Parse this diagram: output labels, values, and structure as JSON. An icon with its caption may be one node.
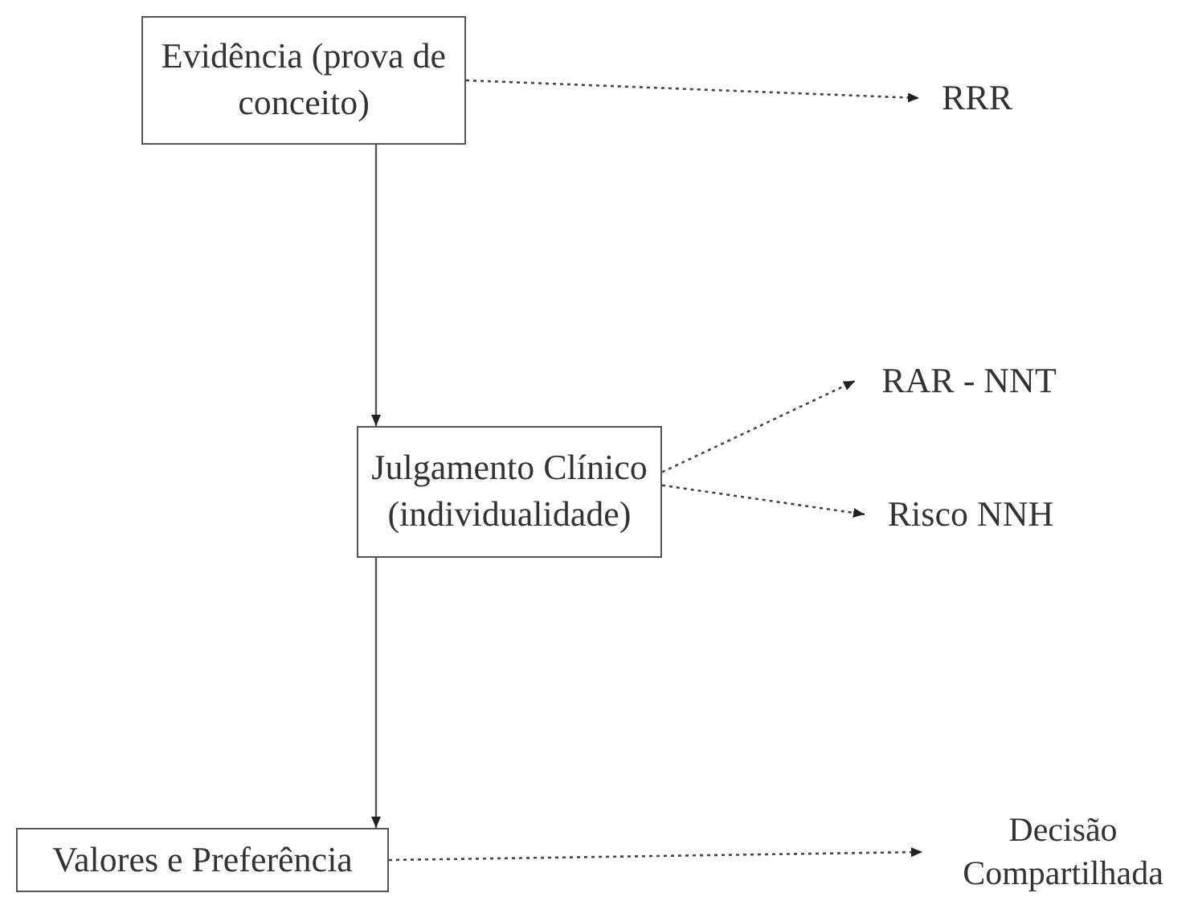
{
  "diagram": {
    "nodes": [
      {
        "text": [
          "Evidência (prova de conceito)"
        ]
      },
      {
        "text": [
          "RRR"
        ]
      },
      {
        "text": [
          "Julgamento Clínico (individualidade)"
        ]
      },
      {
        "text": [
          "RAR - NNT"
        ]
      },
      {
        "text": [
          "Risco NNH"
        ]
      },
      {
        "text": [
          "Valores e Preferência"
        ]
      },
      {
        "text": [
          "Decisão Compartilhada"
        ]
      }
    ],
    "edges": [
      {
        "from": 0,
        "to": 1,
        "arrow": "to",
        "style": "dashed"
      },
      {
        "from": 0,
        "to": 2,
        "arrow": "to"
      },
      {
        "from": 2,
        "to": 3,
        "arrow": "to",
        "style": "dashed"
      },
      {
        "from": 2,
        "to": 4,
        "arrow": "to",
        "style": "dashed"
      },
      {
        "from": 2,
        "to": 5,
        "arrow": "to"
      },
      {
        "from": 5,
        "to": 6,
        "arrow": "to",
        "style": "dashed"
      }
    ]
  }
}
